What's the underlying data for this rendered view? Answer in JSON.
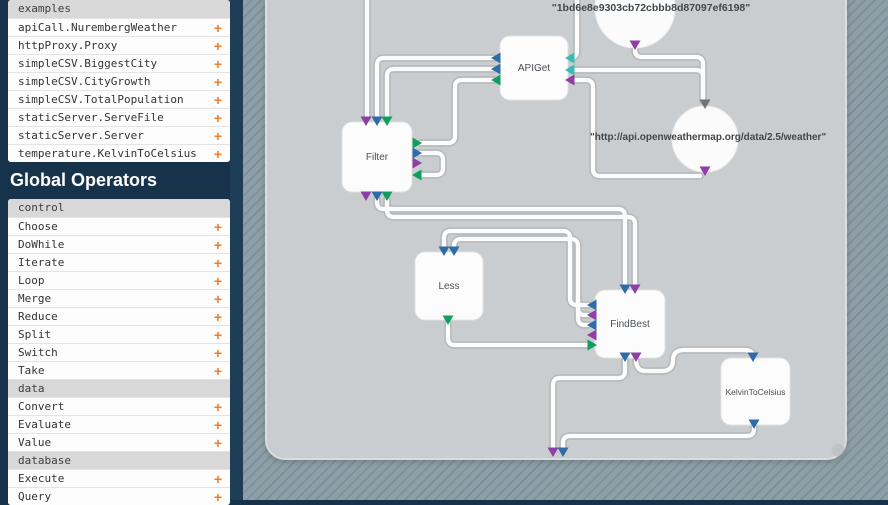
{
  "colors": {
    "port_blue": "#2e6ca8",
    "port_green": "#109e5f",
    "port_teal": "#39bcb2",
    "port_purple": "#8e3fa5",
    "port_gray": "#6e7478",
    "accent_orange": "#ee7e28",
    "sidebar_bg": "#17334b",
    "canvas_bg": "#cacdcf",
    "wire": "#fcfcfc"
  },
  "sidebar": {
    "title": "Global Operators",
    "add_button_label": "+",
    "examples": {
      "header": "examples",
      "items": [
        "apiCall.NurembergWeather",
        "httpProxy.Proxy",
        "simpleCSV.BiggestCity",
        "simpleCSV.CityGrowth",
        "simpleCSV.TotalPopulation",
        "staticServer.ServeFile",
        "staticServer.Server",
        "temperature.KelvinToCelsius"
      ]
    },
    "operator_groups": [
      {
        "header": "control",
        "items": [
          "Choose",
          "DoWhile",
          "Iterate",
          "Loop",
          "Merge",
          "Reduce",
          "Split",
          "Switch",
          "Take"
        ]
      },
      {
        "header": "data",
        "items": [
          "Convert",
          "Evaluate",
          "Value"
        ]
      },
      {
        "header": "database",
        "items": [
          "Execute",
          "Query"
        ]
      }
    ]
  },
  "canvas": {
    "nodes": [
      {
        "label": "APIGet"
      },
      {
        "label": "Filter"
      },
      {
        "label": "Less"
      },
      {
        "label": "FindBest"
      },
      {
        "label": "KelvinToCelsius"
      }
    ],
    "iips": [
      {
        "label": "\"1bd6e8e9303cb72cbbb8d87097ef6198\""
      },
      {
        "label": "\"http://api.openweathermap.org/data/2.5/weather\""
      }
    ]
  }
}
